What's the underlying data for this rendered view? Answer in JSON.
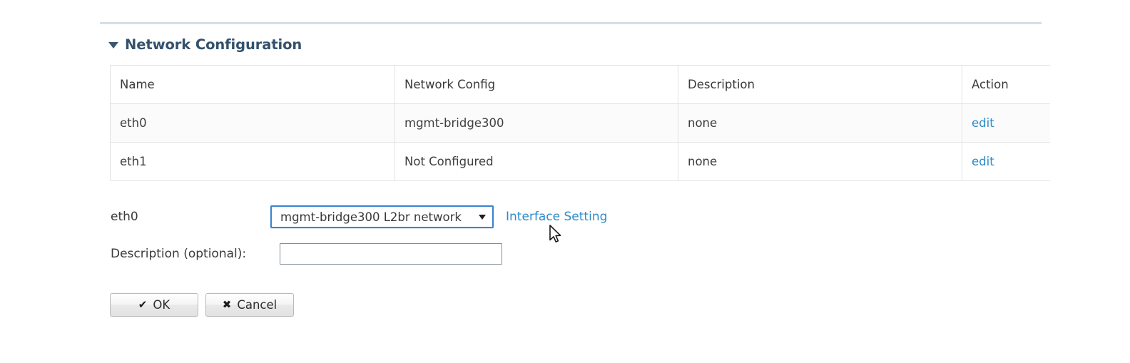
{
  "section": {
    "title": "Network Configuration",
    "caret_icon": "caret-down-icon",
    "expanded": true
  },
  "table": {
    "headers": [
      "Name",
      "Network Config",
      "Description",
      "Action"
    ],
    "rows": [
      {
        "name": "eth0",
        "config": "mgmt-bridge300",
        "description": "none",
        "action": "edit"
      },
      {
        "name": "eth1",
        "config": "Not Configured",
        "description": "none",
        "action": "edit"
      }
    ]
  },
  "form": {
    "interface_label": "eth0",
    "network_select": {
      "selected": "mgmt-bridge300    L2br network",
      "arrow_icon": "chevron-down-icon"
    },
    "interface_setting_link": "Interface Setting",
    "description_label": "Description (optional):",
    "description_value": "",
    "description_placeholder": ""
  },
  "buttons": {
    "ok_label": "OK",
    "ok_icon": "check-icon",
    "ok_glyph": "✔",
    "cancel_label": "Cancel",
    "cancel_icon": "cross-icon",
    "cancel_glyph": "✖"
  },
  "colors": {
    "link": "#2e8bc8",
    "heading": "#33516c",
    "divider": "#d3e0e6",
    "focus_border": "#3b86cf",
    "row_alt_bg": "#fafbfa"
  }
}
